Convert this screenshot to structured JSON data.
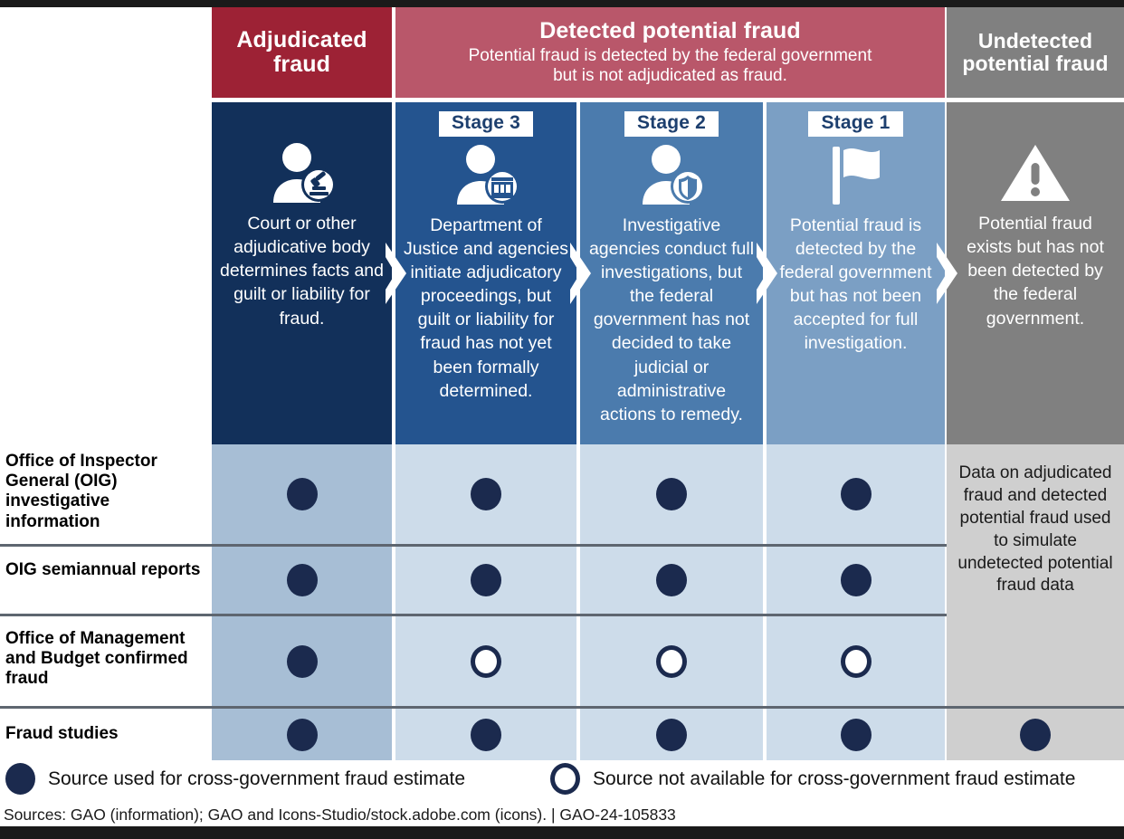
{
  "categories": [
    {
      "id": "adjudicated",
      "title": "Adjudicated\nfraud",
      "subtitle": ""
    },
    {
      "id": "detected",
      "title": "Detected potential fraud",
      "subtitle": "Potential fraud is detected by the federal government but is not adjudicated as fraud."
    },
    {
      "id": "undetected",
      "title": "Undetected\npotential fraud",
      "subtitle": ""
    }
  ],
  "columns": [
    {
      "id": "adjudicated-fraud",
      "stage_label": "",
      "icon": "person-gavel-icon",
      "description": "Court or other adjudicative body determines facts and guilt or liability for fraud.",
      "color": "#12305a"
    },
    {
      "id": "stage-3",
      "stage_label": "Stage 3",
      "icon": "person-courthouse-icon",
      "description": "Department of Justice and agencies initiate adjudicatory proceedings, but guilt or liability for fraud has not yet been formally determined.",
      "color": "#24548f"
    },
    {
      "id": "stage-2",
      "stage_label": "Stage 2",
      "icon": "person-shield-icon",
      "description": "Investigative agencies conduct full investigations, but the federal government has not decided to take judicial or administrative actions to remedy.",
      "color": "#4b7bad"
    },
    {
      "id": "stage-1",
      "stage_label": "Stage 1",
      "icon": "flag-icon",
      "description": "Potential fraud is detected by the federal government but has not been accepted for full investigation.",
      "color": "#7b9fc4"
    },
    {
      "id": "undetected-potential-fraud",
      "stage_label": "",
      "icon": "warning-triangle-icon",
      "description": "Potential fraud exists but has not been detected by the federal government.",
      "color": "#808080"
    }
  ],
  "rows": [
    {
      "label": "Office of Inspector General (OIG) investigative information",
      "cells": [
        "filled",
        "filled",
        "filled",
        "filled",
        "none"
      ]
    },
    {
      "label": "OIG semiannual reports",
      "cells": [
        "filled",
        "filled",
        "filled",
        "filled",
        "none"
      ]
    },
    {
      "label": "Office of Management and Budget confirmed fraud",
      "cells": [
        "filled",
        "hollow",
        "hollow",
        "hollow",
        "none"
      ]
    },
    {
      "label": "Fraud studies",
      "cells": [
        "filled",
        "filled",
        "filled",
        "filled",
        "filled"
      ]
    }
  ],
  "undetected_note": "Data on adjudicated fraud and detected potential fraud used to simulate undetected potential fraud data",
  "legend": [
    {
      "marker": "filled",
      "text": "Source used for cross-government fraud estimate"
    },
    {
      "marker": "hollow",
      "text": "Source not available for cross-government fraud estimate"
    }
  ],
  "source_line": "Sources: GAO (information); GAO and Icons-Studio/stock.adobe.com (icons).  |  GAO-24-105833",
  "colors": {
    "dark_red": "#9d2235",
    "light_red": "#b9576a",
    "gray": "#808080",
    "navy": "#12305a",
    "dot_navy": "#1b2a4e"
  }
}
